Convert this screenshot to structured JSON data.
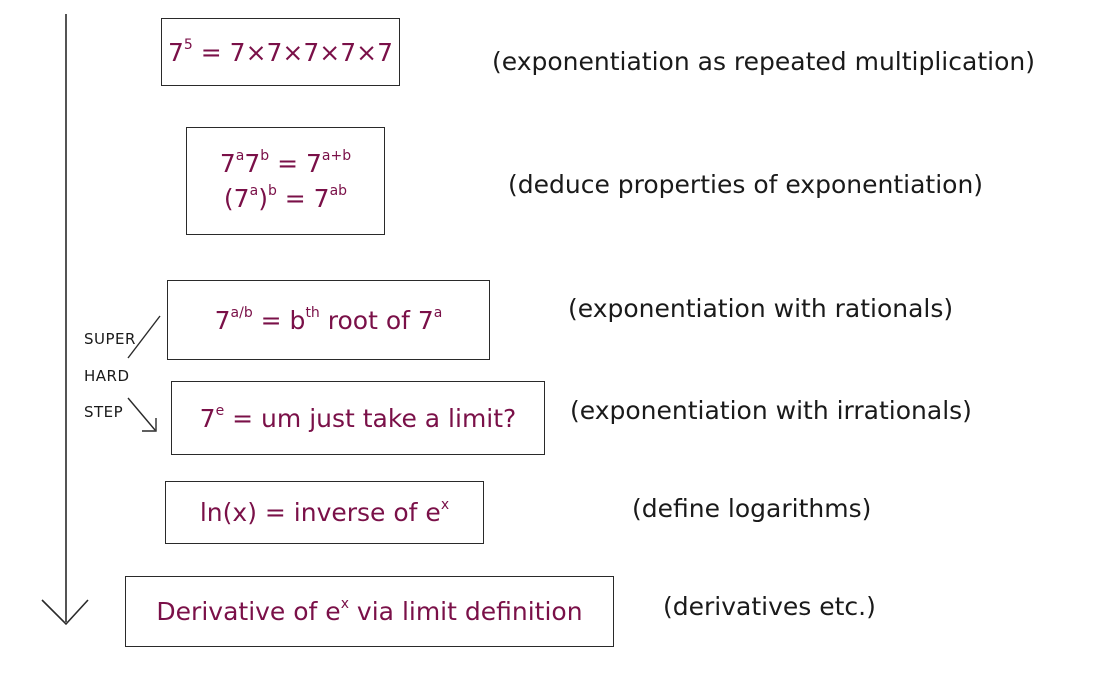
{
  "ink_color": "#7a1048",
  "steps": [
    {
      "lines": [
        {
          "parts": [
            {
              "t": "7"
            },
            {
              "sup": "5"
            },
            {
              "t": " = 7×7×7×7×7"
            }
          ]
        }
      ],
      "note": "(exponentiation as repeated multiplication)"
    },
    {
      "lines": [
        {
          "parts": [
            {
              "t": "7"
            },
            {
              "sup": "a"
            },
            {
              "t": "7"
            },
            {
              "sup": "b"
            },
            {
              "t": " = 7"
            },
            {
              "sup": "a+b"
            }
          ]
        },
        {
          "parts": [
            {
              "t": "(7"
            },
            {
              "sup": "a"
            },
            {
              "t": ")"
            },
            {
              "sup": "b"
            },
            {
              "t": " = 7"
            },
            {
              "sup": "ab"
            }
          ]
        }
      ],
      "note": "(deduce properties of exponentiation)"
    },
    {
      "lines": [
        {
          "parts": [
            {
              "t": "7"
            },
            {
              "sup": "a/b"
            },
            {
              "t": " = b"
            },
            {
              "sup": "th"
            },
            {
              "t": " root of 7"
            },
            {
              "sup": "a"
            }
          ]
        }
      ],
      "note": "(exponentiation with rationals)"
    },
    {
      "lines": [
        {
          "parts": [
            {
              "t": "7"
            },
            {
              "sup": "e"
            },
            {
              "t": " = um just take a limit?"
            }
          ]
        }
      ],
      "note": "(exponentiation with irrationals)"
    },
    {
      "lines": [
        {
          "parts": [
            {
              "t": "ln(x) = inverse of e"
            },
            {
              "sup": "x"
            }
          ]
        }
      ],
      "note": "(define logarithms)"
    },
    {
      "lines": [
        {
          "parts": [
            {
              "t": "Derivative of e"
            },
            {
              "sup": "x"
            },
            {
              "t": " via limit definition"
            }
          ]
        }
      ],
      "note": "(derivatives etc.)"
    }
  ],
  "side_label": {
    "line1": "SUPER",
    "line2": "HARD",
    "line3": "STEP"
  }
}
